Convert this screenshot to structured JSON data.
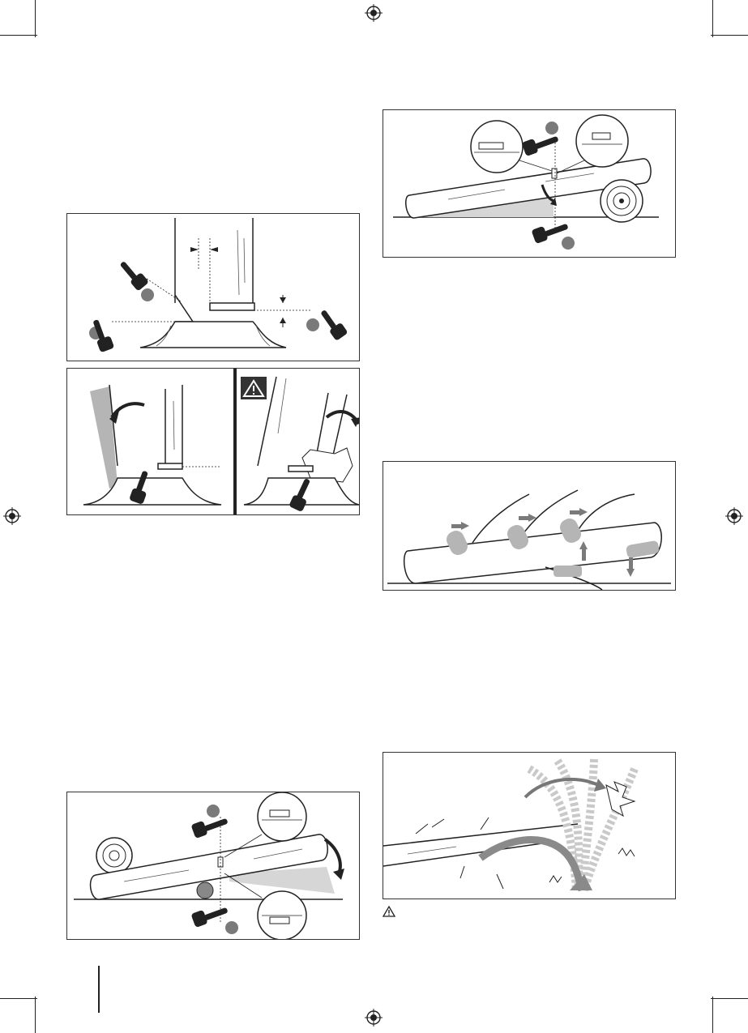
{
  "page": {
    "warning_icon": "warning-triangle-icon"
  },
  "figures": [
    {
      "id": "felling-notch",
      "icon": "chainsaw-icon"
    },
    {
      "id": "felling-sequence",
      "icon": "warning-sign-icon"
    },
    {
      "id": "log-bucking-supported-one-end",
      "icon": "chainsaw-icon"
    },
    {
      "id": "log-bucking-supported-both-ends",
      "icon": "chainsaw-icon"
    },
    {
      "id": "limbing",
      "icon": "arrow-icon"
    },
    {
      "id": "spring-pole",
      "icon": "arrow-icon"
    }
  ],
  "colors": {
    "ink": "#222222",
    "gray_fill": "#b5b5b5",
    "light_gray": "#d6d6d6",
    "marker": "#7a7a7a"
  }
}
